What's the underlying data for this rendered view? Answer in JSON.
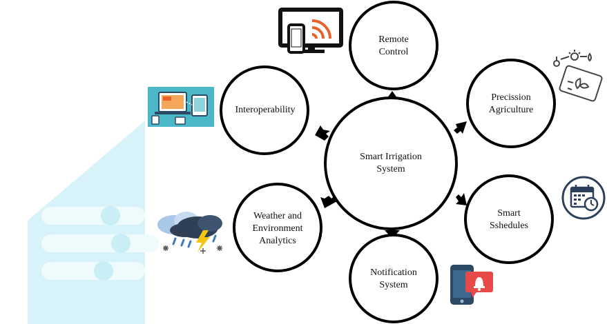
{
  "diagram": {
    "center": {
      "label": "Smart Irrigation\nSystem"
    },
    "nodes": [
      {
        "id": "remote-control",
        "label": "Remote\nControl",
        "icon": "tv-phone-wifi-icon"
      },
      {
        "id": "precision-agriculture",
        "label": "Precission\nAgriculture",
        "icon": "sensor-plant-icon"
      },
      {
        "id": "smart-schedules",
        "label": "Smart\nSshedules",
        "icon": "calendar-clock-icon"
      },
      {
        "id": "notification-system",
        "label": "Notification\nSystem",
        "icon": "phone-bell-icon"
      },
      {
        "id": "weather-analytics",
        "label": "Weather and\nEnvironment\nAnalytics",
        "icon": "storm-cloud-icon"
      },
      {
        "id": "interoperability",
        "label": "Interoperability",
        "icon": "devices-icon"
      }
    ]
  },
  "colors": {
    "stroke": "#000000",
    "watermark": "#c9eef6",
    "tv_screen": "#ffffff",
    "wifi": "#e8622a",
    "laptop_bg": "#4bb8c8",
    "cloud_dark": "#2f3f55",
    "cloud_light": "#a9c7e6",
    "lightning": "#f3c613",
    "rain": "#3a78c2",
    "phone_body": "#2c4a66",
    "alert": "#e84a4a",
    "calendar_ring": "#2c3e5a"
  }
}
